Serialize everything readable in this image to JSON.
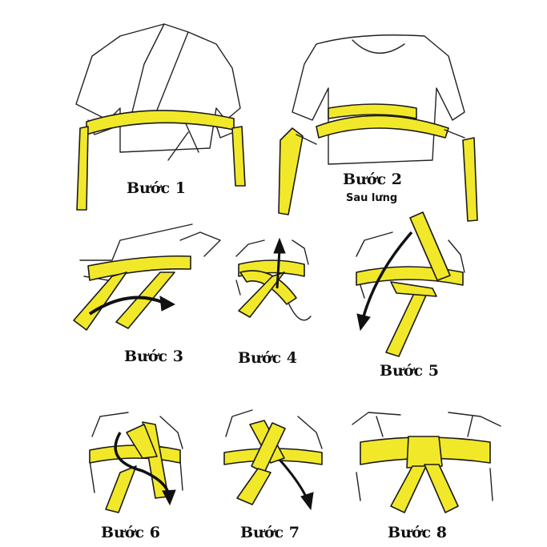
{
  "colors": {
    "belt": "#f2e82a",
    "ink": "#1a1a1a",
    "background": "#ffffff"
  },
  "steps": [
    {
      "label": "Bước 1"
    },
    {
      "label": "Bước 2",
      "note": "Sau lưng"
    },
    {
      "label": "Bước 3"
    },
    {
      "label": "Bước 4"
    },
    {
      "label": "Bước 5"
    },
    {
      "label": "Bước 6"
    },
    {
      "label": "Bước 7"
    },
    {
      "label": "Bước 8"
    }
  ]
}
